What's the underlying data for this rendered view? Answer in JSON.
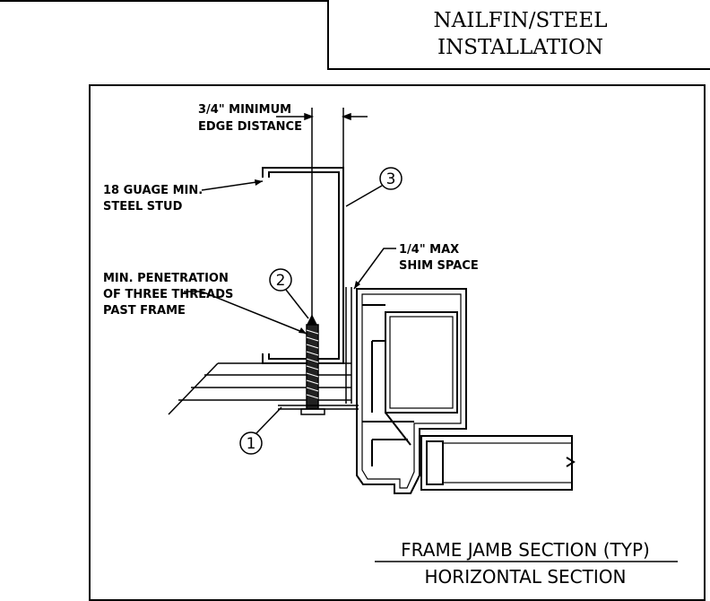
{
  "title_block": {
    "line1": "NAILFIN/STEEL",
    "line2": "INSTALLATION"
  },
  "labels": {
    "edge_distance_line1": "3/4\" MINIMUM",
    "edge_distance_line2": "EDGE DISTANCE",
    "steel_stud_line1": "18 GUAGE MIN.",
    "steel_stud_line2": "STEEL STUD",
    "shim_line1": "1/4\" MAX",
    "shim_line2": "SHIM SPACE",
    "penetration_line1": "MIN. PENETRATION",
    "penetration_line2": "OF THREE THREADS",
    "penetration_line3": "PAST FRAME"
  },
  "callouts": {
    "c1": "1",
    "c2": "2",
    "c3": "3"
  },
  "caption": {
    "line1": "FRAME JAMB SECTION (TYP)",
    "line2": "HORIZONTAL SECTION"
  }
}
